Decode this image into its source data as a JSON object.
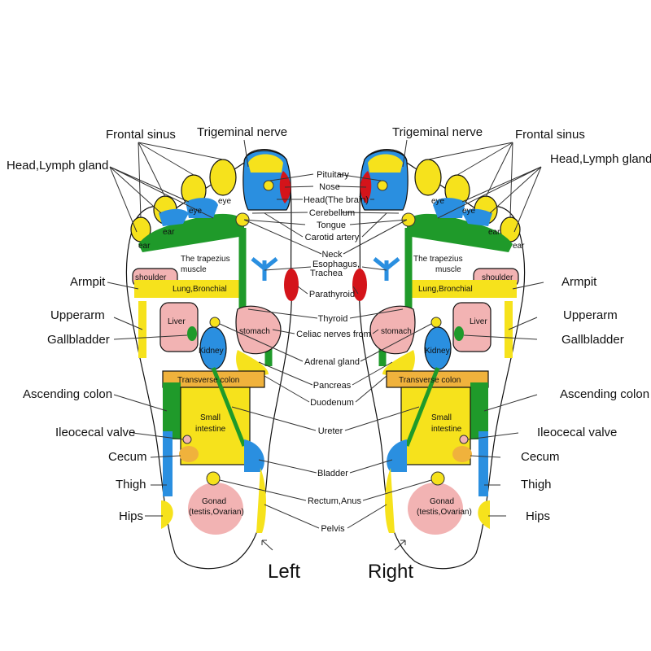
{
  "captions": {
    "left": "Left",
    "right": "Right"
  },
  "outer_labels": {
    "frontal_sinus": "Frontal sinus",
    "trigeminal_nerve": "Trigeminal nerve",
    "head_lymph_gland": "Head,Lymph gland",
    "armpit": "Armpit",
    "upperarm": "Upperarm",
    "gallbladder": "Gallbladder",
    "ascending_colon": "Ascending colon",
    "ileocecal_valve": "Ileocecal valve",
    "cecum": "Cecum",
    "thigh": "Thigh",
    "hips": "Hips"
  },
  "center_labels": {
    "pituitary": "Pituitary",
    "nose": "Nose",
    "head_brain": "Head(The brain)",
    "cerebellum": "Cerebellum",
    "tongue": "Tongue",
    "carotid_artery": "Carotid artery",
    "neck": "Neck",
    "esophagus": "Esophagus,",
    "trachea": "Trachea",
    "parathyroid": "Parathyroid",
    "thyroid": "Thyroid",
    "celiac": "Celiac nerves from",
    "adrenal": "Adrenal gland",
    "pancreas": "Pancreas",
    "duodenum": "Duodenum",
    "ureter": "Ureter",
    "bladder": "Bladder",
    "rectum": "Rectum,Anus",
    "pelvis": "Pelvis"
  },
  "zone_labels": {
    "eye": "eye",
    "ear": "ear",
    "trapezius_1": "The trapezius",
    "trapezius_2": "muscle",
    "shoulder": "shoulder",
    "lung": "Lung,Bronchial",
    "liver": "Liver",
    "stomach": "stomach",
    "kidney": "Kidney",
    "transverse_colon": "Transverse colon",
    "small_1": "Small",
    "small_2": "intestine",
    "gonad_1": "Gonad",
    "gonad_2": "(testis,Ovarian)"
  },
  "colors": {
    "yellow": "#f6e21c",
    "green": "#1f9a2a",
    "blue": "#2a8fe0",
    "pink": "#f2b3b3",
    "red": "#d4141a",
    "orange": "#f0b23c"
  }
}
